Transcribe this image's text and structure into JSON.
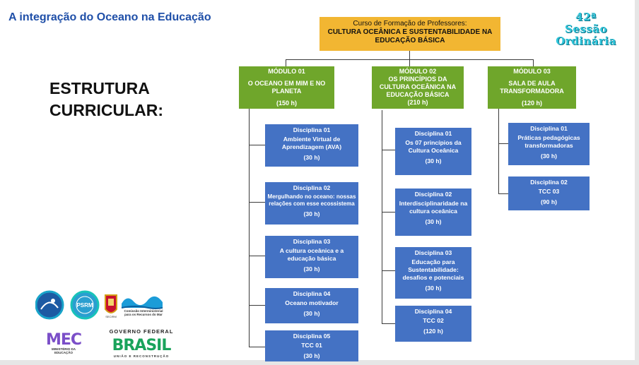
{
  "page_title": "A integração do Oceano na Educação",
  "session_badge": [
    "42ª",
    "Sessão",
    "Ordinária"
  ],
  "section_title": [
    "ESTRUTURA",
    "CURRICULAR:"
  ],
  "root": {
    "line1": "Curso de Formação de Professores:",
    "line2": "CULTURA OCEÂNICA E SUSTENTABILIDADE NA EDUCAÇÃO BÁSICA"
  },
  "modules": [
    {
      "label": "MÓDULO 01",
      "name": "O OCEANO EM MIM E NO PLANETA",
      "hours": "(150 h)",
      "disciplines": [
        {
          "label": "Disciplina 01",
          "name": "Ambiente Virtual de Aprendizagem (AVA)",
          "hours": "(30 h)"
        },
        {
          "label": "Disciplina 02",
          "name": "Mergulhando no oceano: nossas relações com esse ecossistema",
          "hours": "(30 h)"
        },
        {
          "label": "Disciplina 03",
          "name": "A cultura oceânica e a educação básica",
          "hours": "(30 h)"
        },
        {
          "label": "Disciplina 04",
          "name": "Oceano motivador",
          "hours": "(30 h)"
        },
        {
          "label": "Disciplina 05",
          "name": "TCC 01",
          "hours": "(30 h)"
        }
      ]
    },
    {
      "label": "MÓDULO 02",
      "name": "OS PRINCÍPIOS DA CULTURA OCEÂNICA NA EDUCAÇÃO BÁSICA",
      "hours": "(210 h)",
      "disciplines": [
        {
          "label": "Disciplina 01",
          "name": "Os 07 princípios da Cultura Oceânica",
          "hours": "(30 h)"
        },
        {
          "label": "Disciplina 02",
          "name": "Interdisciplinaridade na cultura oceânica",
          "hours": "(30 h)"
        },
        {
          "label": "Disciplina 03",
          "name": "Educação para Sustentabilidade: desafios e potenciais",
          "hours": "(30 h)"
        },
        {
          "label": "Disciplina 04",
          "name": "TCC 02",
          "hours": "(120 h)"
        }
      ]
    },
    {
      "label": "MÓDULO 03",
      "name": "SALA DE AULA TRANSFORMADORA",
      "hours": "(120 h)",
      "disciplines": [
        {
          "label": "Disciplina 01",
          "name": "Práticas pedagógicas transformadoras",
          "hours": "(30 h)"
        },
        {
          "label": "Disciplina 02",
          "name": "TCC 03",
          "hours": "(90 h)"
        }
      ]
    }
  ],
  "logos": {
    "psrm": "PSRM",
    "cirm": "Comissão Interministerial para os Recursos do Mar",
    "secirm": "SECIRM",
    "gov_header": "GOVERNO FEDERAL",
    "mec": "MEC",
    "mec_sub": "MINISTÉRIO DA EDUCAÇÃO",
    "brasil": "BRASIL",
    "brasil_sub": "UNIÃO E RECONSTRUÇÃO"
  },
  "colors": {
    "title_blue": "#1f4fa8",
    "root_fill": "#f2b632",
    "module_fill": "#6fa62b",
    "discipline_fill": "#4472c4",
    "badge_cyan": "#2ec4d9"
  }
}
